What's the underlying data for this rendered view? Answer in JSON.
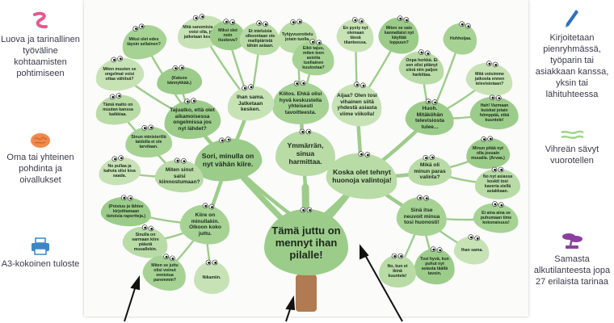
{
  "sidebar_left": [
    {
      "icon": "story-swirl-icon",
      "color": "#e8578f",
      "label": "Luova ja tarinallinen työväline kohtaamisten pohtimiseen"
    },
    {
      "icon": "brain-icon",
      "color": "#f08a4b",
      "label": "Oma tai yhteinen pohdinta ja oivallukset"
    },
    {
      "icon": "printer-icon",
      "color": "#3d86c6",
      "label": "A3-kokoinen tuloste"
    }
  ],
  "sidebar_right": [
    {
      "icon": "pen-icon",
      "color": "#2f6fc0",
      "label": "Kirjoitetaan pienryhmässä, työparin tai asiakkaan kanssa, yksin tai lähituhteessa"
    },
    {
      "icon": "green-lines-icon",
      "color": "#9fd48a",
      "label": "Vihreän sävyt vuorotellen"
    },
    {
      "icon": "bonsai-icon",
      "color": "#8b3fa0",
      "label": "Samasta alkutilanteesta jopa 27 erilaista tarinaa"
    }
  ],
  "tree": {
    "root": "Tämä juttu on mennyt ihan pilalle!",
    "center": "Ymmärrän, sinua harmittaa.",
    "leaves": [
      "Sori, minulla on nyt vähän kiire.",
      "Koska olet tehnyt huonoja valintoja!",
      "Kiitos. Ehkä olisi hyvä keskustella yhteisesti tavoitteesta.",
      "Ihan sama. Jatketaan kesken.",
      "Tajuatko, että olet aikamoisessa ongelmissa jos nyt lähdet?",
      "Miten sinut saisi kiinnostumaan?",
      "Kiire on minullakin. Olkoon koko juttu.",
      "Aijaa? Olen tosi vihainen siitä yhdestä asiasta viime viikolla!",
      "Huoh. Mitäköhän televisiosta tulee...",
      "Mikä oli minun paras valinta?",
      "Sinä itse neuvoit minua tosi huonosti!",
      "Mitä sanomisia sitä voisi olla, jos jatketaan kesken?",
      "Miksi olet noin tiuskeva?",
      "Et mieluisia olkoontaan ole mailipiäristä tähän asiaan.",
      "Miksi olet edes täysin sellainen?",
      "Miten muuten se ongelmat voisi ottaa vähitsä?",
      "(Katsoo kännykkää.)",
      "Tyhjyvuorottelu jotain tuolla.",
      "Eikö tajuu, miten teen asioita tuollainen kuulostaa?",
      "En pysty nyt olemaan tässä tilanteessa.",
      "Miten se sais kannattaisi nyt käyttää loppuun?",
      "Onpa herkkä. Ei sen olisi pitänyt siinä niin paljon harkittaa.",
      "Hohhoijaa.",
      "Mitä voisimme jatkosta ennen televisiotaan?",
      "Hah! Varmaan kuiskat jotain hömppää, etkä kuuntele!",
      "Tämä matto on muutan kanssa kaikkiaa.",
      "Sinun ministerillä taidolla ei ole tarvitaan.",
      "No pullaa ja kahvia olisi kiva saada.",
      "(Poistuu ja lähtee kirjoittamaan tietoisia raportteja.)",
      "Sinulla on varmaan kiire päästä muuallekin.",
      "Miten se juttu olisi voinut onnistua paremmin?",
      "Nikamiin.",
      "Minun pitää nyt olla jossain muualla. (Arvaa.)",
      "No nyt asiassa koskit tosi kaveria siellä asiakkaan.",
      "Ei aina aina se puhumaan time kokonaisuus!",
      "Ihan sama.",
      "Tosi hyvä, kun puhut nyt asiasta täällä tavoin.",
      "No, kun et ikinä kuuntele!"
    ]
  }
}
